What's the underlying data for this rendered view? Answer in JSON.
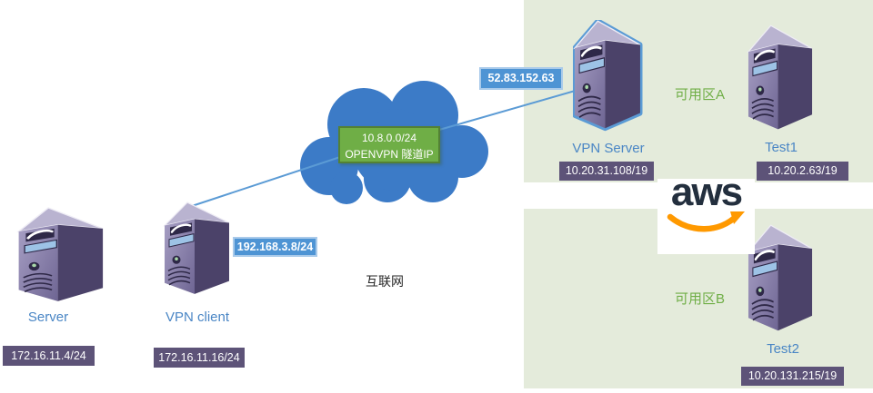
{
  "zones": {
    "a": {
      "label": "可用区A"
    },
    "b": {
      "label": "可用区B"
    }
  },
  "internet": {
    "label": "互联网"
  },
  "tunnel_label": {
    "line1": "10.8.0.0/24",
    "line2": "OPENVPN 隧道IP"
  },
  "aws": {
    "logo_text": "aws"
  },
  "nodes": {
    "server": {
      "name": "Server",
      "ip": "172.16.11.4/24"
    },
    "vpn_client": {
      "name": "VPN client",
      "ip": "172.16.11.16/24",
      "nat_ip": "192.168.3.8/24"
    },
    "vpn_server": {
      "name": "VPN Server",
      "ip": "10.20.31.108/19",
      "public_ip": "52.83.152.63"
    },
    "test1": {
      "name": "Test1",
      "ip": "10.20.2.63/19"
    },
    "test2": {
      "name": "Test2",
      "ip": "10.20.131.215/19"
    }
  },
  "colors": {
    "zone_bg": "#E4EBDB",
    "cloud_blue": "#3C7BC7",
    "line_blue": "#5B9BD5",
    "ip_label_bg": "#5D5378",
    "blue_label_bg": "#4E94D4",
    "tunnel_bg": "#6FAE46",
    "tunnel_border": "#538135",
    "node_name_text": "#4A86C5",
    "zone_text": "#6FAE46",
    "aws_navy": "#232F3E",
    "aws_orange": "#FF9900"
  }
}
